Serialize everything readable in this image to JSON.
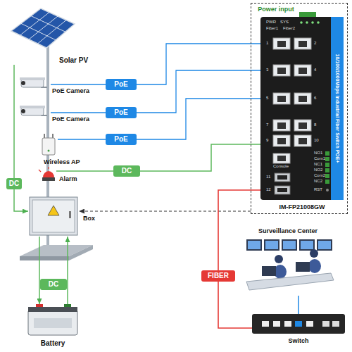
{
  "diagram": {
    "nodes": [
      {
        "text": [
          "Solar PV"
        ]
      },
      {
        "text": [
          "PoE Camera"
        ]
      },
      {
        "text": [
          "PoE Camera"
        ]
      },
      {
        "text": [
          "Wireless AP"
        ]
      },
      {
        "text": [
          "Alarm"
        ]
      },
      {
        "text": [
          "Box"
        ]
      },
      {
        "text": [
          "Battery"
        ]
      },
      {
        "text": [
          "Power input",
          "IM-FP21008GW"
        ]
      },
      {
        "text": [
          "10/100/1000Mbps Industrial Fiber Switch POE+"
        ],
        "in": 7
      },
      {
        "text": [
          "Surveillance Center"
        ]
      },
      {
        "text": [
          "Switch"
        ]
      }
    ],
    "edges": [
      {
        "from": 1,
        "to": 8,
        "arrow": "none",
        "label": "PoE"
      },
      {
        "from": 2,
        "to": 8,
        "arrow": "none",
        "label": "PoE"
      },
      {
        "from": 3,
        "to": 8,
        "arrow": "none",
        "label": "PoE"
      },
      {
        "from": 4,
        "to": 8,
        "arrow": "none",
        "label": "DC"
      },
      {
        "from": 0,
        "to": 5,
        "arrow": "to",
        "label": "DC"
      },
      {
        "from": 5,
        "to": 6,
        "arrow": "to",
        "label": "DC"
      },
      {
        "from": 6,
        "to": 5,
        "arrow": "to"
      },
      {
        "from": 7,
        "to": 5,
        "arrow": "to"
      },
      {
        "from": 8,
        "to": 10,
        "arrow": "none",
        "label": "FIBER"
      },
      {
        "from": 9,
        "to": 10,
        "arrow": "none"
      }
    ],
    "labels": [
      "PWR",
      "SYS",
      "Fiber1",
      "Fiber2",
      "1",
      "2",
      "3",
      "4",
      "5",
      "6",
      "7",
      "8",
      "9",
      "10",
      "Console",
      "11",
      "12",
      "NO1",
      "Com1",
      "NC1",
      "NO2",
      "Com2",
      "NC2",
      "RST"
    ]
  }
}
